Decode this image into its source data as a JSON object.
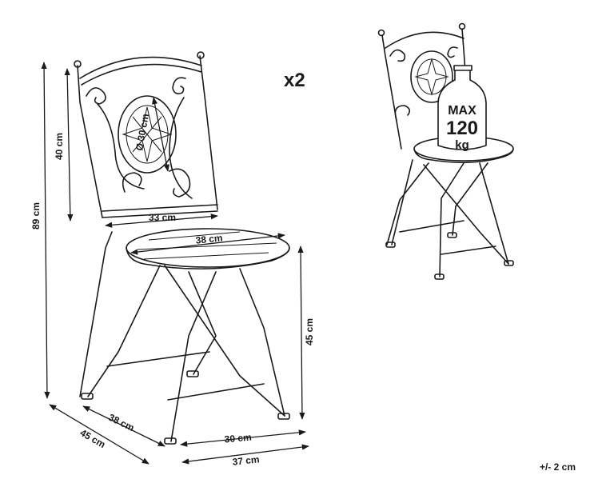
{
  "quantity": "x2",
  "tolerance": "+/- 2 cm",
  "dimensions": {
    "total_height": "89 cm",
    "backrest_height": "40 cm",
    "backrest_width": "33 cm",
    "medallion": "Ø 30 cm",
    "seat_diameter": "38 cm",
    "seat_height": "45 cm",
    "leg_front_width": "30 cm",
    "footprint_width": "37 cm",
    "seat_depth": "38 cm",
    "footprint_depth": "45 cm"
  },
  "max_load": {
    "line1": "MAX",
    "line2": "120",
    "line3": "kg"
  }
}
